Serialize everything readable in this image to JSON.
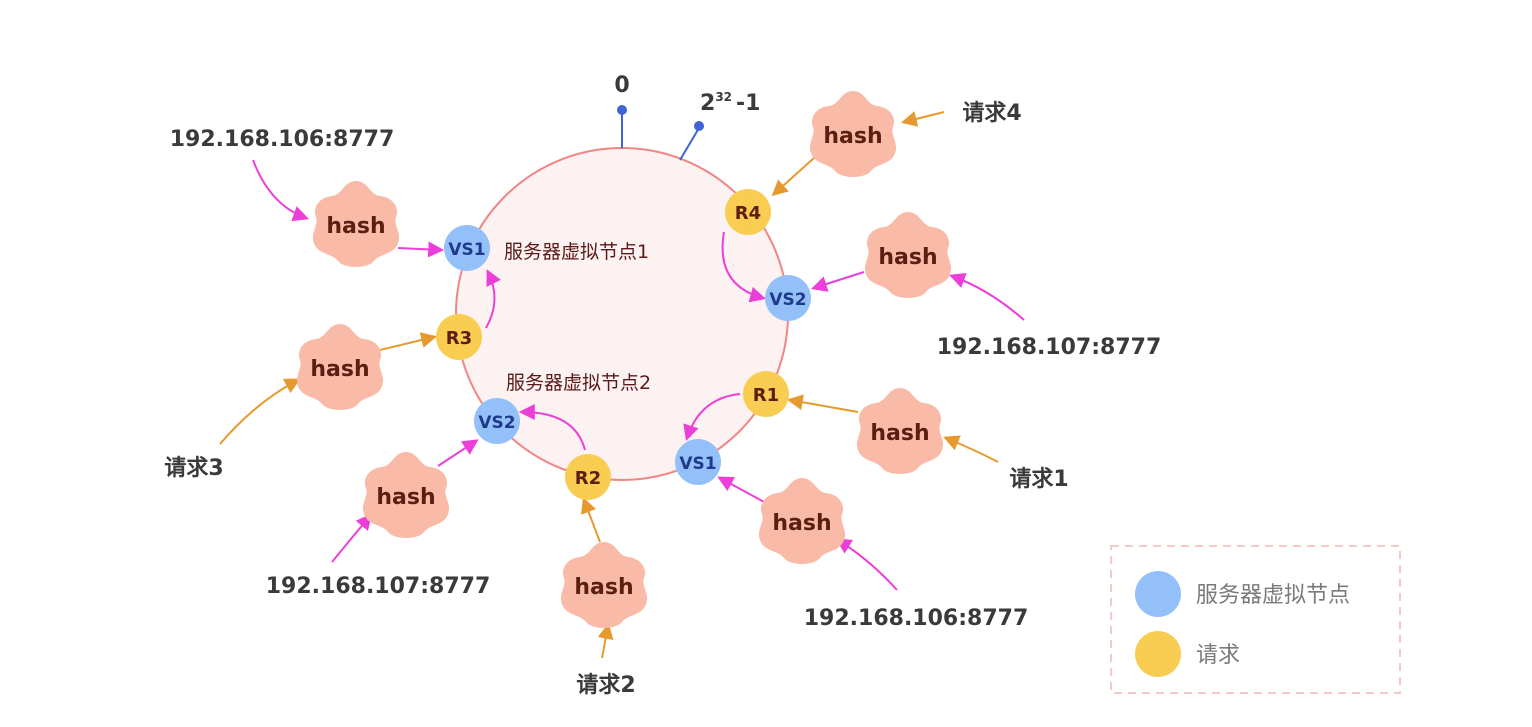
{
  "ring": {
    "zero_label": "0",
    "max_base": "2",
    "max_exp": "32",
    "max_suffix": "-1",
    "text_vnode1": "服务器虚拟节点1",
    "text_vnode2": "服务器虚拟节点2"
  },
  "hash_label": "hash",
  "servers": {
    "ip_106_left": "192.168.106:8777",
    "ip_107_right": "192.168.107:8777",
    "ip_107_left": "192.168.107:8777",
    "ip_106_bottom": "192.168.106:8777"
  },
  "requests": {
    "req1": "请求1",
    "req2": "请求2",
    "req3": "请求3",
    "req4": "请求4"
  },
  "nodes": {
    "vs1_top": "VS1",
    "vs2_right": "VS2",
    "vs2_left": "VS2",
    "vs1_bottom": "VS1",
    "r1": "R1",
    "r2": "R2",
    "r3": "R3",
    "r4": "R4"
  },
  "legend": {
    "server_vnode": "服务器虚拟节点",
    "request": "请求"
  },
  "colors": {
    "server_node": "#93c0f9",
    "request_node": "#f8cd52",
    "ring_stroke": "#f08585",
    "ring_fill": "#fdf2f2",
    "hash_fill": "#f9bba7",
    "server_arrow": "#ec3fd9",
    "request_arrow": "#e69a2e",
    "axis_marker": "#4063d8"
  }
}
